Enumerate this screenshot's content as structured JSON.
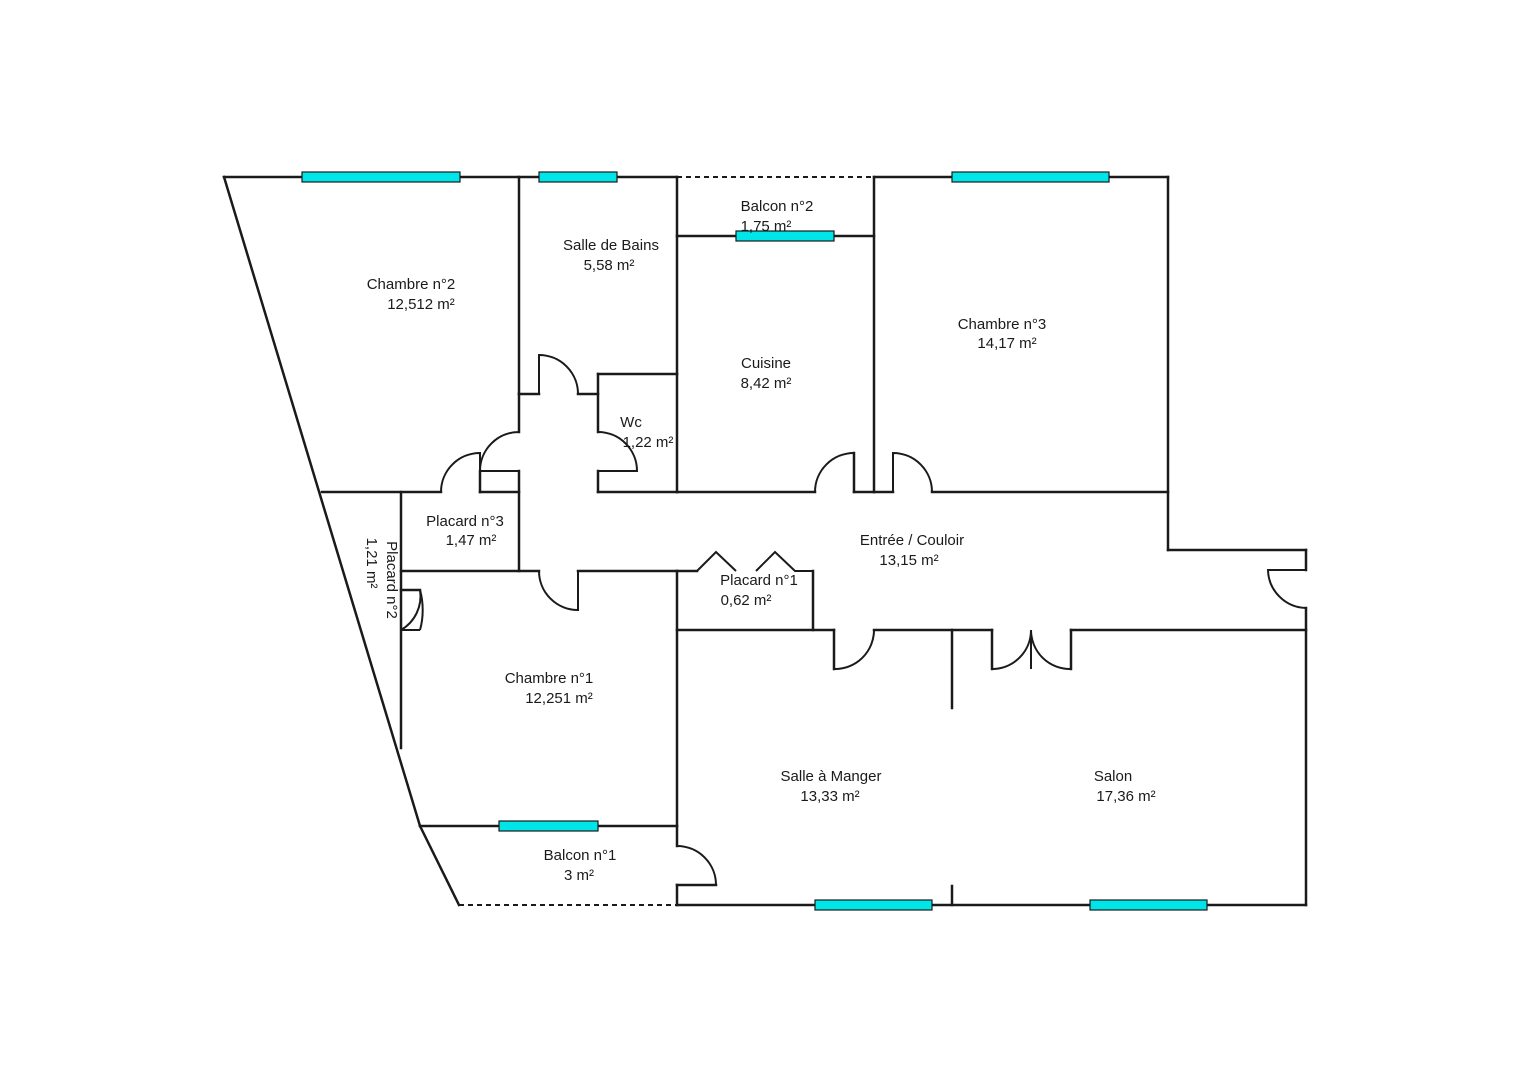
{
  "colors": {
    "wall": "#1a1a1a",
    "window": "#00e5e8",
    "background": "#ffffff"
  },
  "rooms": [
    {
      "id": "chambre-2",
      "name": "Chambre n°2",
      "area": "12,512  m²"
    },
    {
      "id": "salle-de-bains",
      "name": "Salle de Bains",
      "area": "5,58  m²"
    },
    {
      "id": "balcon-2",
      "name": "Balcon n°2",
      "area": "1,75  m²"
    },
    {
      "id": "chambre-3",
      "name": "Chambre n°3",
      "area": "14,17  m²"
    },
    {
      "id": "cuisine",
      "name": "Cuisine",
      "area": "8,42  m²"
    },
    {
      "id": "wc",
      "name": "Wc",
      "area": "1,22  m²"
    },
    {
      "id": "placard-3",
      "name": "Placard n°3",
      "area": "1,47  m²"
    },
    {
      "id": "placard-2",
      "name": "Placard n°2",
      "area": "1,21  m²"
    },
    {
      "id": "entree-couloir",
      "name": "Entrée / Couloir",
      "area": "13,15  m²"
    },
    {
      "id": "placard-1",
      "name": "Placard n°1",
      "area": "0,62  m²"
    },
    {
      "id": "chambre-1",
      "name": "Chambre n°1",
      "area": "12,251  m²"
    },
    {
      "id": "salle-a-manger",
      "name": "Salle à Manger",
      "area": "13,33  m²"
    },
    {
      "id": "salon",
      "name": "Salon",
      "area": "17,36  m²"
    },
    {
      "id": "balcon-1",
      "name": "Balcon n°1",
      "area": "3  m²"
    }
  ]
}
